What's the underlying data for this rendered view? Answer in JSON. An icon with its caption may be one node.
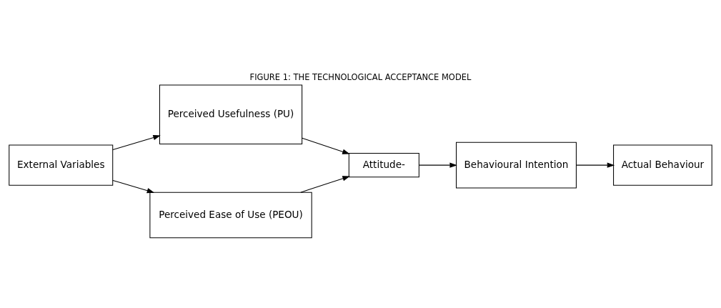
{
  "diagram": {
    "title": "FIGURE 1: THE TECHNOLOGICAL ACCEPTANCE MODEL",
    "nodes": [
      {
        "text": [
          "External Variables"
        ]
      },
      {
        "text": [
          "Perceived Usefulness (PU)"
        ]
      },
      {
        "text": [
          "Perceived Ease of Use (PEOU)"
        ]
      },
      {
        "text": [
          "Attitude-"
        ]
      },
      {
        "text": [
          "Behavioural Intention"
        ]
      },
      {
        "text": [
          "Actual Behaviour"
        ]
      }
    ],
    "edges": [
      {
        "from": 0,
        "to": 1,
        "arrow": "to"
      },
      {
        "from": 0,
        "to": 2,
        "arrow": "to"
      },
      {
        "from": 1,
        "to": 3,
        "arrow": "to"
      },
      {
        "from": 2,
        "to": 3,
        "arrow": "to"
      },
      {
        "from": 3,
        "to": 4,
        "arrow": "to"
      },
      {
        "from": 4,
        "to": 5,
        "arrow": "to"
      }
    ]
  }
}
